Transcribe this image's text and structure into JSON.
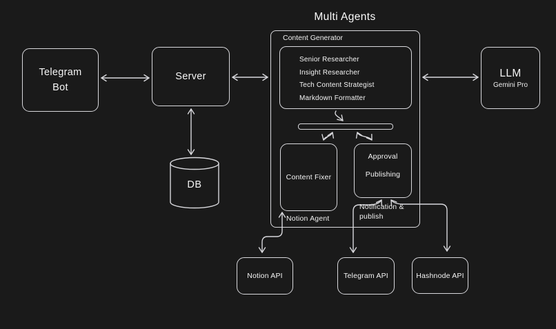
{
  "title": "Multi Agents",
  "colors": {
    "background": "#1a1a1a",
    "stroke": "#d8d8dc",
    "text": "#f5f5f5"
  },
  "nodes": {
    "telegram_bot": {
      "label": "Telegram Bot"
    },
    "server": {
      "label": "Server"
    },
    "db": {
      "label": "DB"
    },
    "llm": {
      "title": "LLM",
      "subtitle": "Gemini Pro"
    },
    "notion_api": {
      "label": "Notion API"
    },
    "telegram_api": {
      "label": "Telegram API"
    },
    "hashnode_api": {
      "label": "Hashnode API"
    },
    "content_generator": {
      "label": "Content Generator",
      "agents": [
        "Senior Researcher",
        "Insight Researcher",
        "Tech Content Strategist",
        "Markdown Formatter"
      ],
      "content_fixer_label": "Content Fixer",
      "approval_lines": [
        "Approval",
        "Publishing"
      ],
      "notion_agent_label": "Notion Agent",
      "notification_lines": [
        "Notification &",
        "publish"
      ]
    }
  },
  "edges": [
    {
      "from": "telegram-bot",
      "to": "server",
      "arrows": "both"
    },
    {
      "from": "server",
      "to": "content-generator",
      "arrows": "both"
    },
    {
      "from": "content-generator",
      "to": "llm-gemini-pro",
      "arrows": "both"
    },
    {
      "from": "server",
      "to": "db",
      "arrows": "both"
    },
    {
      "from": "researcher-agents",
      "to": "task-bar",
      "arrows": "end"
    },
    {
      "from": "task-bar",
      "to": "content-fixer",
      "arrows": "both"
    },
    {
      "from": "task-bar",
      "to": "approval-publishing",
      "arrows": "both"
    },
    {
      "from": "content-fixer",
      "to": "notion-api",
      "arrows": "both"
    },
    {
      "from": "approval-publishing",
      "to": "telegram-api",
      "arrows": "both"
    },
    {
      "from": "approval-publishing",
      "to": "hashnode-api",
      "arrows": "both"
    }
  ]
}
